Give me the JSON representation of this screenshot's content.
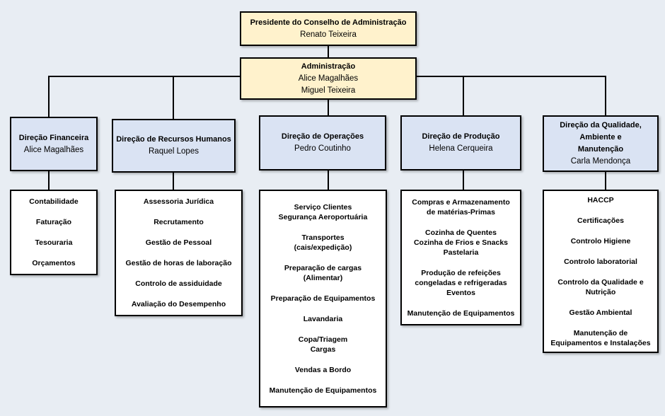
{
  "president": {
    "title": "Presidente do Conselho de Administração",
    "name": "Renato Teixeira"
  },
  "administration": {
    "title": "Administração",
    "members": [
      "Alice Magalhães",
      "Miguel Teixeira"
    ]
  },
  "directions": [
    {
      "title_lines": [
        "Direção Financeira"
      ],
      "head": "Alice Magalhães",
      "units": [
        [
          "Contabilidade"
        ],
        [
          "Faturação"
        ],
        [
          "Tesouraria"
        ],
        [
          "Orçamentos"
        ]
      ]
    },
    {
      "title_lines": [
        "Direção de Recursos Humanos"
      ],
      "head": "Raquel Lopes",
      "units": [
        [
          "Assessoria Jurídica"
        ],
        [
          "Recrutamento"
        ],
        [
          "Gestão de Pessoal"
        ],
        [
          "Gestão de horas de laboração"
        ],
        [
          "Controlo de assiduidade"
        ],
        [
          "Avaliação do Desempenho"
        ]
      ]
    },
    {
      "title_lines": [
        "Direção de Operações"
      ],
      "head": "Pedro Coutinho",
      "units": [
        [
          "Serviço Clientes",
          "Segurança Aeroportuária"
        ],
        [
          "Transportes",
          "(cais/expedição)"
        ],
        [
          "Preparação de cargas",
          "(Alimentar)"
        ],
        [
          "Preparação de Equipamentos"
        ],
        [
          "Lavandaria"
        ],
        [
          "Copa/Triagem",
          "Cargas"
        ],
        [
          "Vendas a Bordo"
        ],
        [
          "Manutenção de Equipamentos"
        ]
      ]
    },
    {
      "title_lines": [
        "Direção de Produção"
      ],
      "head": "Helena Cerqueira",
      "units": [
        [
          "Compras e Armazenamento",
          "de matérias-Primas"
        ],
        [
          "Cozinha de Quentes",
          "Cozinha de Frios e Snacks",
          "Pastelaria"
        ],
        [
          "Produção de refeições",
          "congeladas e refrigeradas",
          "Eventos"
        ],
        [
          "Manutenção de Equipamentos"
        ]
      ]
    },
    {
      "title_lines": [
        "Direção da Qualidade,",
        "Ambiente e",
        "Manutenção"
      ],
      "head": "Carla Mendonça",
      "units": [
        [
          "HACCP"
        ],
        [
          "Certificações"
        ],
        [
          "Controlo Higiene"
        ],
        [
          "Controlo laboratorial"
        ],
        [
          "Controlo da Qualidade e",
          "Nutrição"
        ],
        [
          "Gestão Ambiental"
        ],
        [
          "Manutenção de",
          "Equipamentos e Instalações"
        ]
      ]
    }
  ],
  "colors": {
    "background": "#E8EDF3",
    "leadership_fill": "#FFF2CC",
    "direction_fill": "#DAE3F3",
    "unit_fill": "#FFFFFF",
    "border": "#000000",
    "connector": "#000000"
  }
}
